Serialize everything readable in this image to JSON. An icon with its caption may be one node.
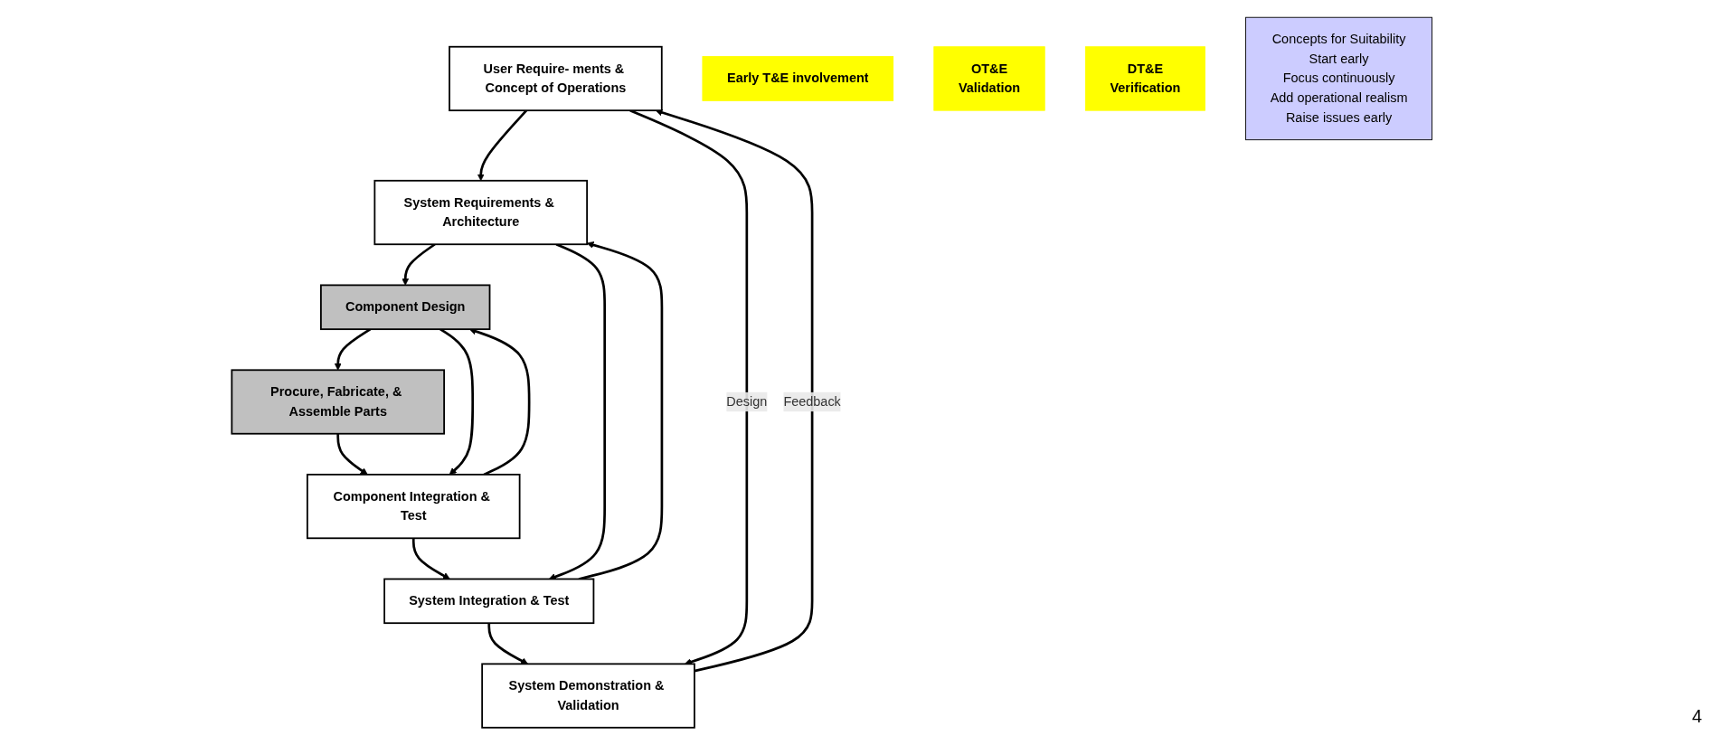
{
  "diagram": {
    "nodes": [
      {
        "text": [
          "User Require- ments & Concept of Operations"
        ]
      },
      {
        "text": [
          "System Requirements & Architecture"
        ]
      },
      {
        "text": [
          "Component Design"
        ]
      },
      {
        "text": [
          "Procure, Fabricate, & Assemble Parts"
        ]
      },
      {
        "text": [
          "Component Integration & Test"
        ]
      },
      {
        "text": [
          "System Integration & Test"
        ]
      },
      {
        "text": [
          "System Demonstration & Validation"
        ]
      },
      {
        "text": [
          "Early T&E involvement"
        ]
      },
      {
        "text": [
          "OT&E",
          "Validation"
        ]
      },
      {
        "text": [
          "DT&E",
          "Verification"
        ]
      },
      {
        "text": [
          "Concepts for Suitability",
          "Start early",
          "Focus continuously",
          "Add operational realism",
          "Raise issues early"
        ]
      }
    ],
    "edges": [
      {
        "from": 0,
        "to": 1,
        "arrow": "to"
      },
      {
        "from": 1,
        "to": 2,
        "arrow": "to"
      },
      {
        "from": 2,
        "to": 3,
        "arrow": "to"
      },
      {
        "from": 3,
        "to": 4,
        "arrow": "to"
      },
      {
        "from": 4,
        "to": 5,
        "arrow": "to"
      },
      {
        "from": 5,
        "to": 6,
        "arrow": "to"
      },
      {
        "from": 6,
        "to": 0,
        "arrow": "to",
        "label": "Feedback"
      },
      {
        "from": 0,
        "to": 6,
        "arrow": "to",
        "label": "Design"
      },
      {
        "from": 5,
        "to": 1,
        "arrow": "to"
      },
      {
        "from": 1,
        "to": 5,
        "arrow": "to"
      },
      {
        "from": 4,
        "to": 2,
        "arrow": "to"
      },
      {
        "from": 2,
        "to": 4,
        "arrow": "to"
      }
    ],
    "labels": [
      "4"
    ]
  }
}
